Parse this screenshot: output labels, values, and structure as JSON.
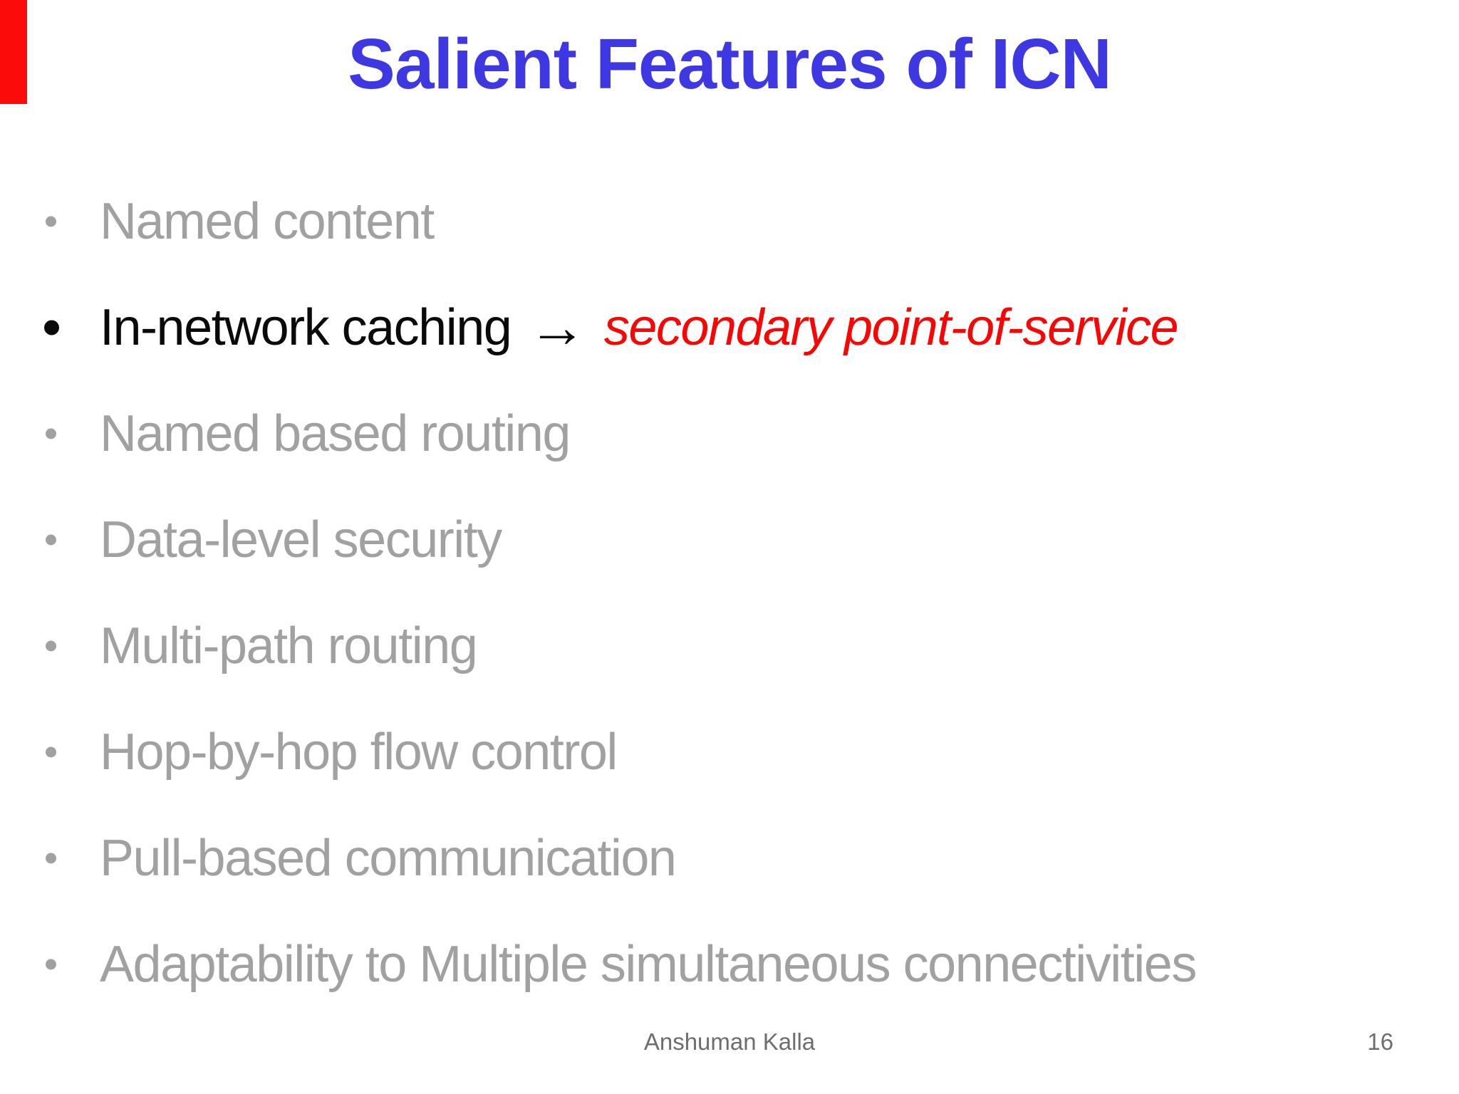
{
  "slide": {
    "title": "Salient Features of ICN",
    "bullets": [
      {
        "label": "Named content",
        "emphasis": "dimmed"
      },
      {
        "label": "In-network caching",
        "emphasis": "active",
        "arrow": "→",
        "note": "secondary point-of-service"
      },
      {
        "label": "Named based routing",
        "emphasis": "dimmed"
      },
      {
        "label": "Data-level security",
        "emphasis": "dimmed"
      },
      {
        "label": "Multi-path routing",
        "emphasis": "dimmed"
      },
      {
        "label": "Hop-by-hop flow control",
        "emphasis": "dimmed"
      },
      {
        "label": "Pull-based communication",
        "emphasis": "dimmed"
      },
      {
        "label": "Adaptability to Multiple simultaneous connectivities",
        "emphasis": "dimmed"
      }
    ],
    "footer": {
      "author": "Anshuman Kalla",
      "page_number": "16"
    },
    "corner_marker": {
      "position": "top-left",
      "color": "#fb0b09"
    },
    "colors": {
      "background": "#ffffff",
      "title": "#3e38e2",
      "dimmed_text": "#a1a1a1",
      "active_text": "#0a0a0a",
      "highlight_text": "#fa0404",
      "footer_text": "#6e6e6e"
    }
  }
}
